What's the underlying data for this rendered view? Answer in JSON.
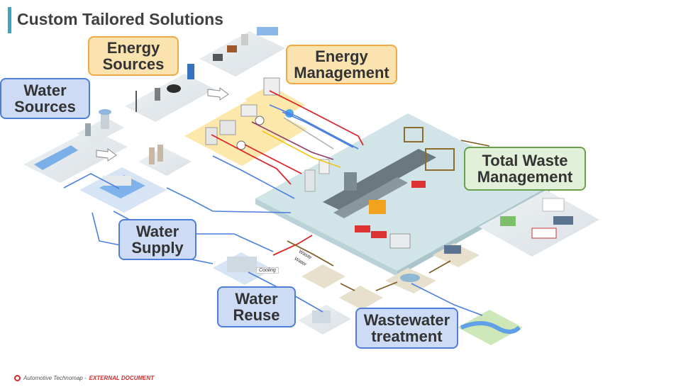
{
  "title": "Custom Tailored Solutions",
  "labels": {
    "energy_sources": "Energy\nSources",
    "energy_management": "Energy\nManagement",
    "water_sources": "Water\nSources",
    "total_waste_management": "Total Waste\nManagement",
    "water_supply": "Water\nSupply",
    "water_reuse": "Water\nReuse",
    "wastewater_treatment": "Wastewater\ntreatment"
  },
  "annotations": {
    "cooling": "Cooling",
    "waste": "Waste",
    "water": "Water"
  },
  "footer": {
    "prefix": "Automotive Technomap - ",
    "highlight": "EXTERNAL DOCUMENT"
  },
  "colors": {
    "accent_bar": "#3ba6bf",
    "orange_fill": "#fbe3b0",
    "blue_fill": "#cddcf4",
    "green_fill": "#e2efd9",
    "water_line": "#4a7fe0",
    "hot_line": "#d8262a",
    "energy_line": "#f2c417",
    "waste_line": "#7a5a1f"
  }
}
